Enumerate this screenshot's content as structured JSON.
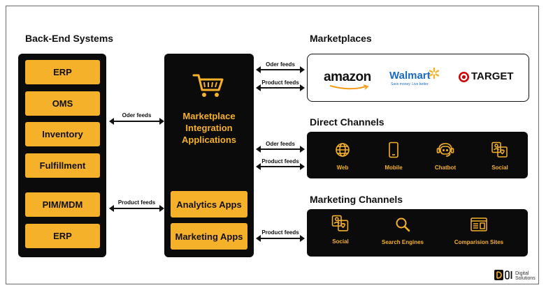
{
  "headings": {
    "backend": "Back-End Systems",
    "marketplaces": "Marketplaces",
    "direct": "Direct Channels",
    "marketing": "Marketing Channels"
  },
  "backend_items": [
    "ERP",
    "OMS",
    "Inventory",
    "Fulfillment",
    "PIM/MDM",
    "ERP"
  ],
  "center": {
    "title": "Marketplace Integration Applications",
    "icon": "cart-icon",
    "apps": [
      "Analytics Apps",
      "Marketing Apps"
    ]
  },
  "arrows": {
    "left_order": "Oder feeds",
    "left_product": "Product feeds",
    "mkt_order": "Oder feeds",
    "mkt_product": "Product feeds",
    "direct_order": "Oder feeds",
    "direct_product": "Product feeds",
    "marketing_product": "Product feeds"
  },
  "marketplaces": {
    "amazon": "amazon",
    "walmart": "Walmart",
    "walmart_tagline": "Save money. Live better.",
    "target": "TARGET"
  },
  "direct_channels": [
    {
      "label": "Web",
      "icon": "web-icon"
    },
    {
      "label": "Mobile",
      "icon": "mobile-icon"
    },
    {
      "label": "Chatbot",
      "icon": "chatbot-icon"
    },
    {
      "label": "Social",
      "icon": "social-icon"
    }
  ],
  "marketing_channels": [
    {
      "label": "Social",
      "icon": "social-icon"
    },
    {
      "label": "Search Engines",
      "icon": "search-icon"
    },
    {
      "label": "Comparision Sites",
      "icon": "comparison-sites-icon"
    }
  ],
  "brand": {
    "line1": "Digital",
    "line2": "Solutions"
  },
  "colors": {
    "accent": "#f6b12b",
    "panel": "#0b0b0b",
    "walmart": "#1a6bbf",
    "target": "#cc0000"
  }
}
